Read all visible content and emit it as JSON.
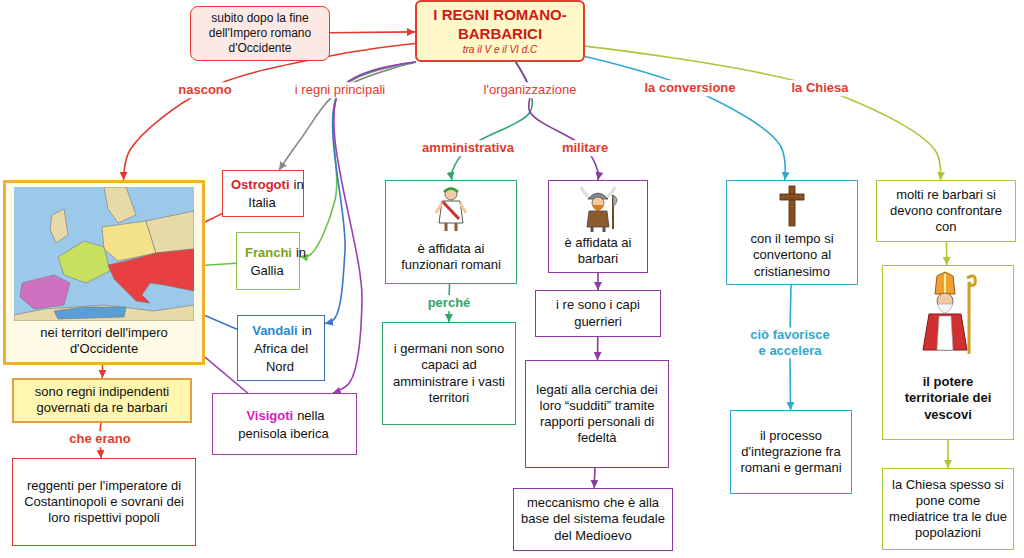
{
  "diagram": {
    "nodes": [
      {
        "text": [
          "subito dopo la fine dell'Impero romano d'Occidente"
        ]
      },
      {
        "text": [
          "I REGNI ROMANO-BARBARICI",
          "tra il V e il VI d.C"
        ]
      },
      {
        "text": [
          "nei territori dell'impero d'Occidente"
        ]
      },
      {
        "text": [
          "sono regni indipendenti governati da re barbari"
        ]
      },
      {
        "text": [
          "reggenti per l'imperatore di Costantinopoli e sovrani dei loro rispettivi popoli"
        ]
      },
      {
        "text": [
          "Ostrogoti",
          "in Italia"
        ]
      },
      {
        "text": [
          "Franchi",
          "in Gallia"
        ]
      },
      {
        "text": [
          "Vandali",
          "in Africa del Nord"
        ]
      },
      {
        "text": [
          "Visigoti",
          "nella penisola iberica"
        ]
      },
      {
        "text": [
          "è affidata ai funzionari romani"
        ]
      },
      {
        "text": [
          "i germani non sono capaci ad amministrare i vasti territori"
        ]
      },
      {
        "text": [
          "è affidata ai barbari"
        ]
      },
      {
        "text": [
          "i re sono i capi guerrieri"
        ]
      },
      {
        "text": [
          "legati alla cerchia dei loro “sudditi” tramite rapporti personali di fedeltà"
        ]
      },
      {
        "text": [
          "meccanismo che è alla base del sistema feudale del Medioevo"
        ]
      },
      {
        "text": [
          "con il tempo si convertono al cristianesimo"
        ]
      },
      {
        "text": [
          "il processo d'integrazione fra romani e germani"
        ]
      },
      {
        "text": [
          "molti re barbari si devono confrontare con"
        ]
      },
      {
        "text": [
          "il potere territoriale dei vescovi"
        ]
      },
      {
        "text": [
          "la Chiesa spesso si pone come mediatrice tra le due popolazioni"
        ]
      }
    ],
    "edges": [
      {
        "from": 0,
        "to": 1,
        "arrow": "to"
      },
      {
        "from": 1,
        "to": 2,
        "label": "nascono",
        "arrow": "to"
      },
      {
        "from": 1,
        "to": 5,
        "label": "i regni principali",
        "arrow": "to"
      },
      {
        "from": 1,
        "to": 6,
        "arrow": "to"
      },
      {
        "from": 1,
        "to": 7,
        "arrow": "to"
      },
      {
        "from": 1,
        "to": 8,
        "arrow": "to"
      },
      {
        "from": 1,
        "to": 9,
        "label": "amministrativa",
        "arrow": "to"
      },
      {
        "from": 1,
        "to": 11,
        "label": "militare",
        "arrow": "to"
      },
      {
        "from": 1,
        "to": 15,
        "label": "la conversione",
        "arrow": "to"
      },
      {
        "from": 1,
        "to": 17,
        "label": "la Chiesa",
        "arrow": "to"
      },
      {
        "from": 5,
        "to": 2,
        "arrow": "none"
      },
      {
        "from": 6,
        "to": 2,
        "arrow": "none"
      },
      {
        "from": 7,
        "to": 2,
        "arrow": "none"
      },
      {
        "from": 8,
        "to": 2,
        "arrow": "none"
      },
      {
        "from": 2,
        "to": 3,
        "arrow": "to"
      },
      {
        "from": 3,
        "to": 4,
        "label": "che erano",
        "arrow": "to"
      },
      {
        "from": 9,
        "to": 10,
        "label": "perché",
        "arrow": "to"
      },
      {
        "from": 11,
        "to": 12,
        "arrow": "to"
      },
      {
        "from": 12,
        "to": 13,
        "arrow": "to"
      },
      {
        "from": 13,
        "to": 14,
        "arrow": "to"
      },
      {
        "from": 15,
        "to": 16,
        "label": "ciò favorisce e accelera",
        "arrow": "to"
      },
      {
        "from": 17,
        "to": 18,
        "arrow": "to"
      },
      {
        "from": 18,
        "to": 19,
        "arrow": "to"
      }
    ],
    "labels": [
      "l'organizzazione"
    ]
  }
}
